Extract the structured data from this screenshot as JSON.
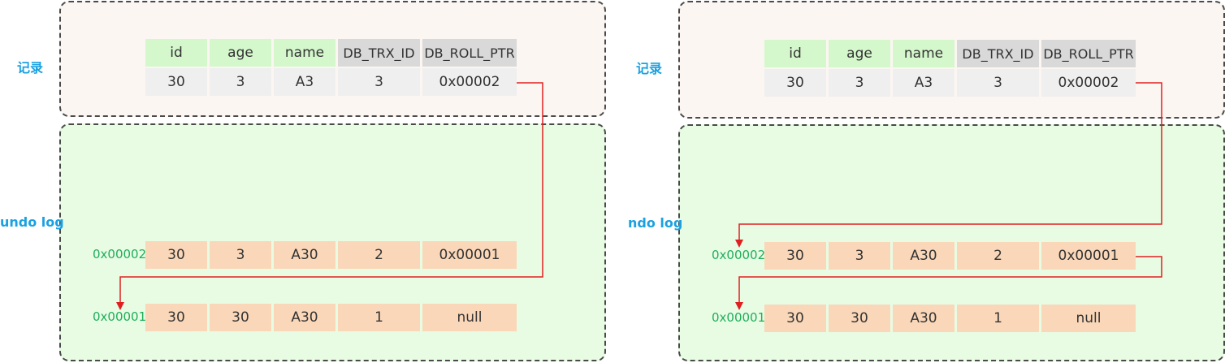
{
  "colors": {
    "record_bg": "#fcf6f3",
    "undo_bg": "#e8fce4",
    "header_green": "#d4f7cc",
    "header_gray": "#d9d9d9",
    "record_value": "#efefef",
    "undo_value": "#fad7b8",
    "label_blue": "#1ba1e2",
    "address_green": "#1fae5a",
    "arrow_red": "#e02020"
  },
  "columns": [
    "id",
    "age",
    "name",
    "DB_TRX_ID",
    "DB_ROLL_PTR"
  ],
  "record": [
    "30",
    "3",
    "A3",
    "3",
    "0x00002"
  ],
  "undo_rows": [
    {
      "address": "0x00002",
      "values": [
        "30",
        "3",
        "A30",
        "2",
        "0x00001"
      ]
    },
    {
      "address": "0x00001",
      "values": [
        "30",
        "30",
        "A30",
        "1",
        "null"
      ]
    }
  ],
  "left": {
    "record_label": "记录",
    "undo_label": "undo log"
  },
  "right": {
    "record_label": "记录",
    "undo_label": "ndo log"
  }
}
